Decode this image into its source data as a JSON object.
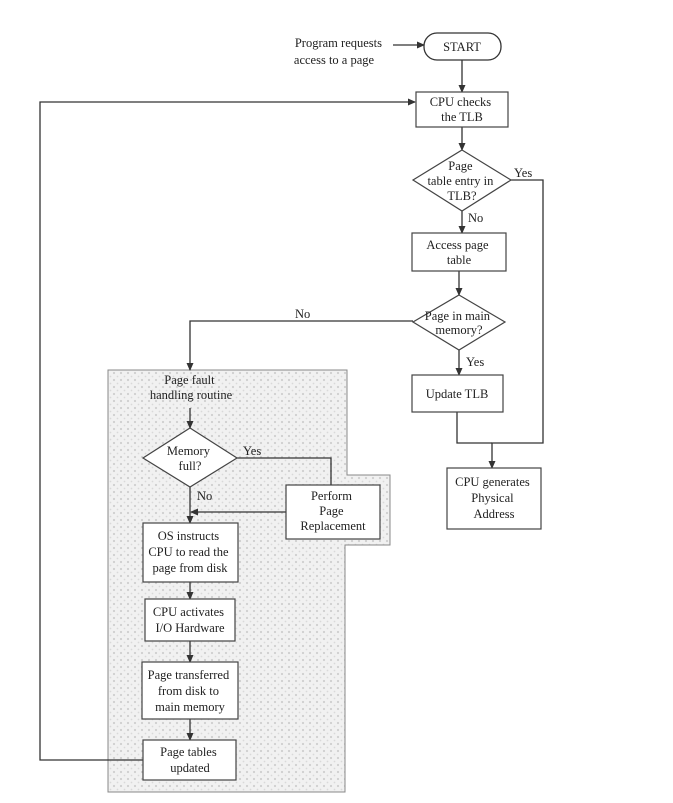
{
  "flowchart": {
    "start_note": [
      "Program requests",
      "access to a page"
    ],
    "start": "START",
    "cpu_checks_tlb": [
      "CPU checks",
      "the TLB"
    ],
    "tlb_decision": [
      "Page",
      "table entry in",
      "TLB?"
    ],
    "tlb_yes": "Yes",
    "tlb_no": "No",
    "access_page_table": [
      "Access page",
      "table"
    ],
    "memory_decision": [
      "Page in main",
      "memory?"
    ],
    "memory_no": "No",
    "memory_yes": "Yes",
    "update_tlb": "Update TLB",
    "cpu_generates": [
      "CPU generates",
      "Physical",
      "Address"
    ],
    "fault_title": [
      "Page fault",
      "handling routine"
    ],
    "memory_full_decision": [
      "Memory",
      "full?"
    ],
    "full_yes": "Yes",
    "full_no": "No",
    "perform_replacement": [
      "Perform",
      "Page",
      "Replacement"
    ],
    "os_instructs": [
      "OS instructs",
      "CPU to read the",
      "page from disk"
    ],
    "cpu_activates": [
      "CPU activates",
      "I/O Hardware"
    ],
    "page_transferred": [
      "Page transferred",
      "from disk to",
      "main memory"
    ],
    "page_tables_updated": [
      "Page tables",
      "updated"
    ]
  }
}
